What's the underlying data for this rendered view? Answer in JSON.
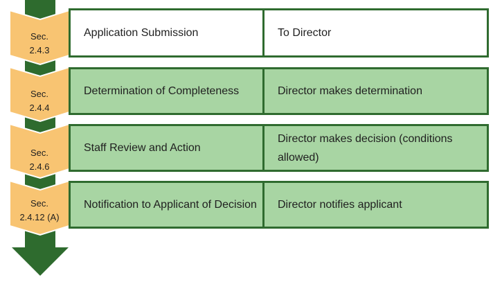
{
  "colors": {
    "dark_green": "#2e6b2e",
    "chevron_fill": "#f8c472",
    "row_fill_green": "#a8d5a3",
    "row_fill_white": "#ffffff"
  },
  "steps": [
    {
      "section": [
        "Sec.",
        "2.4.3"
      ],
      "step": "Application Submission",
      "responsible": "To Director"
    },
    {
      "section": [
        "Sec.",
        "2.4.4"
      ],
      "step": "Determination of Completeness",
      "responsible": "Director makes determination"
    },
    {
      "section": [
        "Sec.",
        "2.4.6"
      ],
      "step": "Staff Review and Action",
      "responsible": "Director makes decision (conditions allowed)"
    },
    {
      "section": [
        "Sec.",
        "2.4.12 (A)"
      ],
      "step": "Notification to Applicant of Decision",
      "responsible": "Director notifies applicant"
    }
  ]
}
